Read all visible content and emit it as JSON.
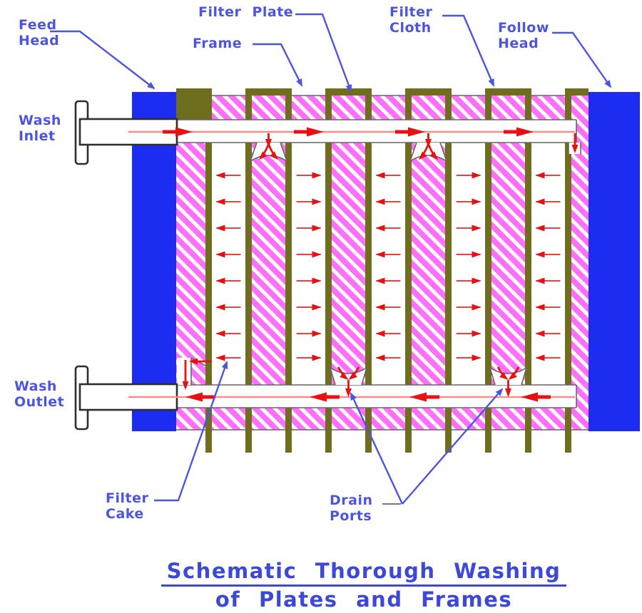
{
  "title": {
    "line1": "Schematic Thorough Washing",
    "line2": "of Plates and Frames"
  },
  "labels": {
    "feed_head": {
      "line1": "Feed",
      "line2": "Head"
    },
    "wash_inlet": {
      "line1": "Wash",
      "line2": "Inlet"
    },
    "wash_outlet": {
      "line1": "Wash",
      "line2": "Outlet"
    },
    "filter_plate": {
      "line1": "Filter Plate"
    },
    "frame": {
      "line1": "Frame"
    },
    "filter_cloth": {
      "line1": "Filter",
      "line2": "Cloth"
    },
    "follow_head": {
      "line1": "Follow",
      "line2": "Head"
    },
    "filter_cake": {
      "line1": "Filter",
      "line2": "Cake"
    },
    "drain_ports": {
      "line1": "Drain",
      "line2": "Ports"
    }
  },
  "colors": {
    "head_blue": "#1c2cf0",
    "label_blue": "#4c55e0",
    "title_blue": "#3b49d6",
    "cake_pink": "#ff70fa",
    "cloth_olive": "#6e6e1e",
    "flow_red": "#e81010",
    "flow_line_red": "#ff8a8a",
    "pipe_outline": "#2e2e2e",
    "channel_gray": "#666666"
  },
  "flow": {
    "top_channel_direction": "right",
    "bottom_channel_direction": "left",
    "plate_columns": [
      {
        "direction": "left"
      },
      {
        "direction": "right"
      },
      {
        "direction": "left"
      },
      {
        "direction": "right"
      },
      {
        "direction": "left"
      }
    ],
    "wash_fed_frames": [
      "frame-2",
      "frame-4",
      "frame-6"
    ],
    "drained_frames": [
      "frame-1",
      "frame-3",
      "frame-5"
    ]
  }
}
